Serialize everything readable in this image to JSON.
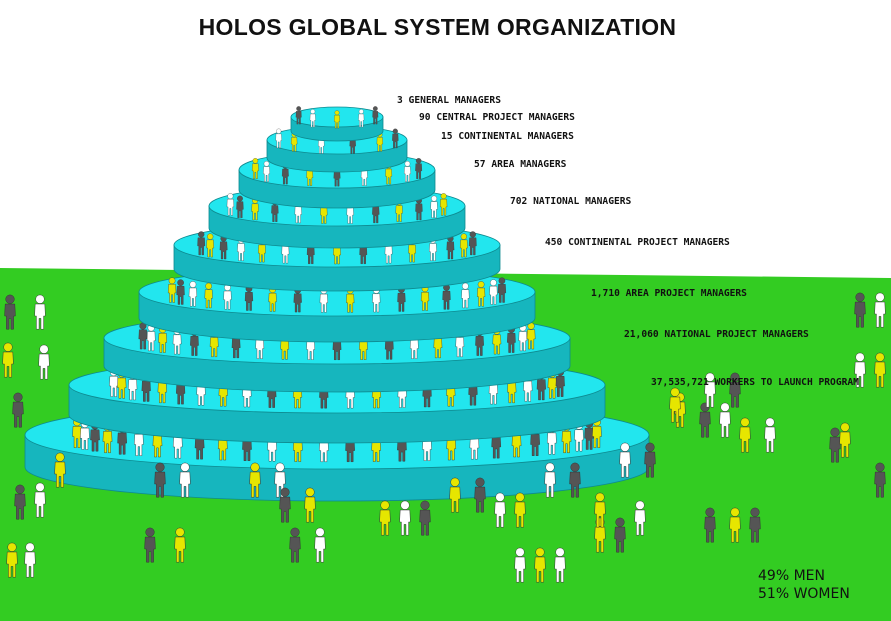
{
  "title": "HOLOS GLOBAL SYSTEM ORGANIZATION",
  "colors": {
    "ground": "#33cc22",
    "tier_top": "#22e6ee",
    "tier_side": "#16b6be",
    "figure_dark": "#555555",
    "figure_white": "#ffffff",
    "figure_yellow": "#e6e600"
  },
  "tiers": [
    {
      "label": "3 GENERAL MANAGERS"
    },
    {
      "label": "90 CENTRAL PROJECT MANAGERS"
    },
    {
      "label": "15 CONTINENTAL MANAGERS"
    },
    {
      "label": "57 AREA MANAGERS"
    },
    {
      "label": "702 NATIONAL MANAGERS"
    },
    {
      "label": "450 CONTINENTAL PROJECT MANAGERS"
    },
    {
      "label": "1,710 AREA PROJECT MANAGERS"
    },
    {
      "label": "21,060 NATIONAL PROJECT MANAGERS"
    },
    {
      "label": "37,535,721 WORKERS TO LAUNCH PROGRAM"
    }
  ],
  "demographics": {
    "men": "49% MEN",
    "women": "51% WOMEN"
  }
}
